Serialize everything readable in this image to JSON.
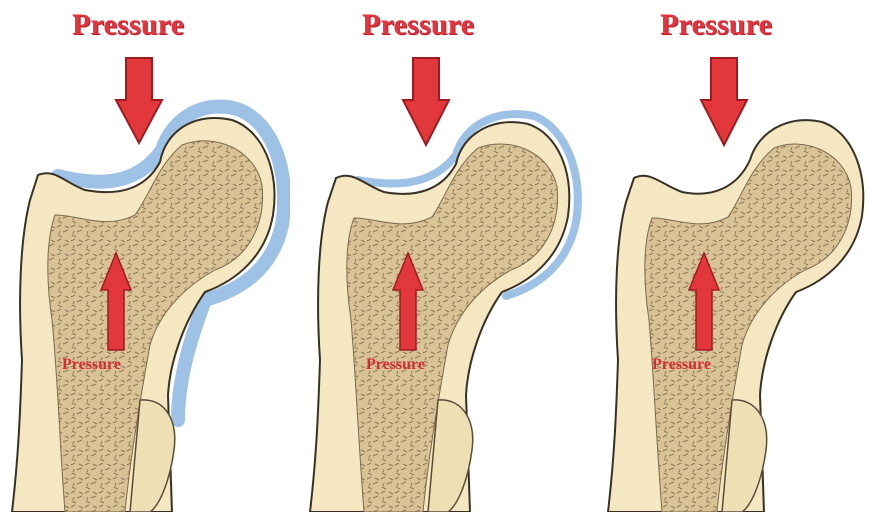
{
  "panels": [
    {
      "id": "panel-1",
      "cartilage": "thick",
      "top_label": "Pressure",
      "bottom_label": "Pressure"
    },
    {
      "id": "panel-2",
      "cartilage": "thin",
      "top_label": "Pressure",
      "bottom_label": "Pressure"
    },
    {
      "id": "panel-3",
      "cartilage": "none",
      "top_label": "Pressure",
      "bottom_label": "Pressure"
    }
  ],
  "colors": {
    "arrow": "#e2383b",
    "arrow_outline": "#9e1b22",
    "bone_cortex": "#f4e7c1",
    "bone_outline": "#3a3125",
    "spongy_bone": "#d9c296",
    "cartilage": "#9ec1e6",
    "label": "#e1363f"
  }
}
